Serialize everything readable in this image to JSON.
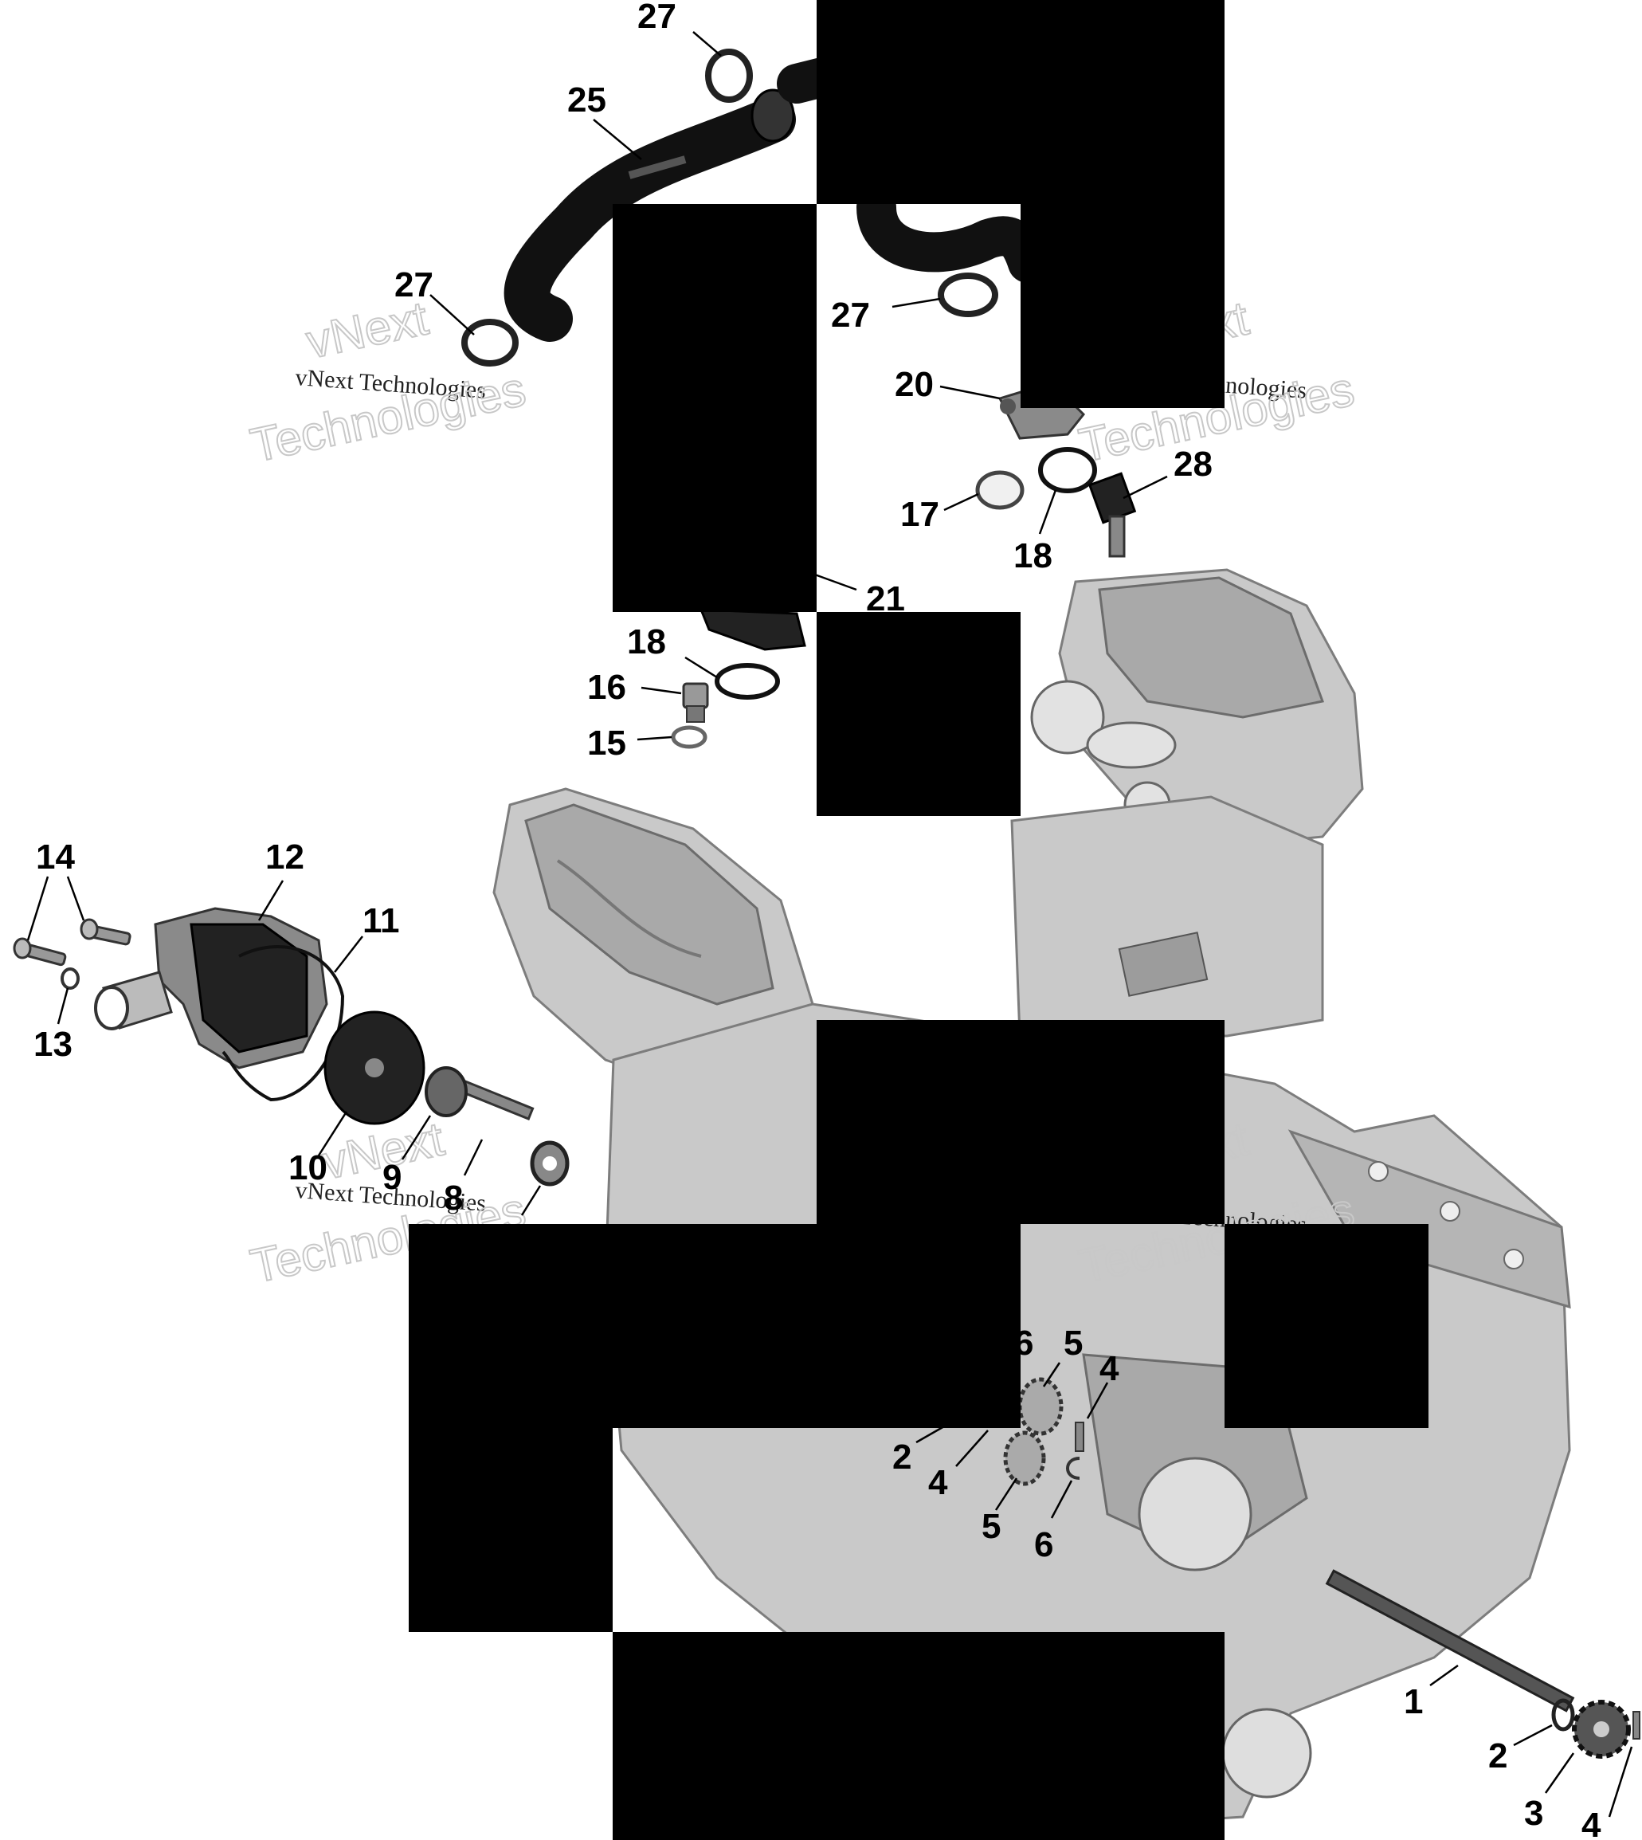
{
  "watermark": {
    "brand_line": "vNext",
    "small_line": "vNext Technologies",
    "big_line": "Technologies"
  },
  "callouts": [
    {
      "id": "c27a",
      "label": "27"
    },
    {
      "id": "c25",
      "label": "25"
    },
    {
      "id": "c27b",
      "label": "27"
    },
    {
      "id": "c27c",
      "label": "27"
    },
    {
      "id": "c20",
      "label": "20"
    },
    {
      "id": "c28",
      "label": "28"
    },
    {
      "id": "c17",
      "label": "17"
    },
    {
      "id": "c18a",
      "label": "18"
    },
    {
      "id": "c21",
      "label": "21"
    },
    {
      "id": "c18b",
      "label": "18"
    },
    {
      "id": "c16",
      "label": "16"
    },
    {
      "id": "c15",
      "label": "15"
    },
    {
      "id": "c14",
      "label": "14"
    },
    {
      "id": "c12",
      "label": "12"
    },
    {
      "id": "c11",
      "label": "11"
    },
    {
      "id": "c13",
      "label": "13"
    },
    {
      "id": "c10",
      "label": "10"
    },
    {
      "id": "c9",
      "label": "9"
    },
    {
      "id": "c8",
      "label": "8"
    },
    {
      "id": "c6a",
      "label": "6"
    },
    {
      "id": "c5a",
      "label": "5"
    },
    {
      "id": "c4a",
      "label": "4"
    },
    {
      "id": "c2a",
      "label": "2"
    },
    {
      "id": "c4b",
      "label": "4"
    },
    {
      "id": "c5b",
      "label": "5"
    },
    {
      "id": "c6b",
      "label": "6"
    },
    {
      "id": "c1",
      "label": "1"
    },
    {
      "id": "c2b",
      "label": "2"
    },
    {
      "id": "c3",
      "label": "3"
    },
    {
      "id": "c4c",
      "label": "4"
    }
  ]
}
